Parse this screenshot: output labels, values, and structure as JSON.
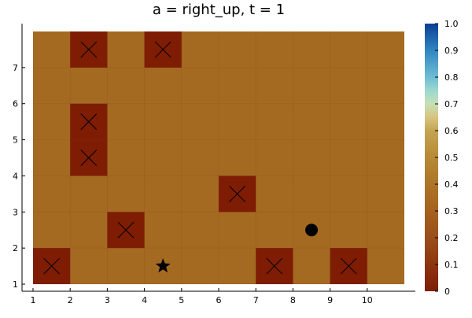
{
  "chart_data": {
    "type": "heatmap",
    "title": "a = right_up, t = 1",
    "x_ticks": [
      "1",
      "2",
      "3",
      "4",
      "5",
      "6",
      "7",
      "8",
      "9",
      "10"
    ],
    "y_ticks": [
      "1",
      "2",
      "3",
      "4",
      "5",
      "6",
      "7"
    ],
    "xlim": [
      1,
      11
    ],
    "ylim": [
      1,
      8
    ],
    "background_value": 0.45,
    "obstacle_value": 0.0,
    "obstacles": [
      {
        "x": 1.5,
        "y": 1.5
      },
      {
        "x": 2.5,
        "y": 4.5
      },
      {
        "x": 2.5,
        "y": 5.5
      },
      {
        "x": 2.5,
        "y": 7.5
      },
      {
        "x": 3.5,
        "y": 2.5
      },
      {
        "x": 4.5,
        "y": 7.5
      },
      {
        "x": 6.5,
        "y": 3.5
      },
      {
        "x": 7.5,
        "y": 1.5
      },
      {
        "x": 9.5,
        "y": 1.5
      }
    ],
    "agent": {
      "x": 8.5,
      "y": 2.5
    },
    "goal": {
      "x": 4.5,
      "y": 1.5
    },
    "colorbar": {
      "min": 0,
      "max": 1,
      "ticks": [
        "0",
        "0.1",
        "0.2",
        "0.3",
        "0.4",
        "0.5",
        "0.6",
        "0.7",
        "0.8",
        "0.9",
        "1.0"
      ]
    },
    "colors": {
      "background": "#a56a22",
      "obstacle": "#7e1d04",
      "marker": "#000000"
    }
  }
}
